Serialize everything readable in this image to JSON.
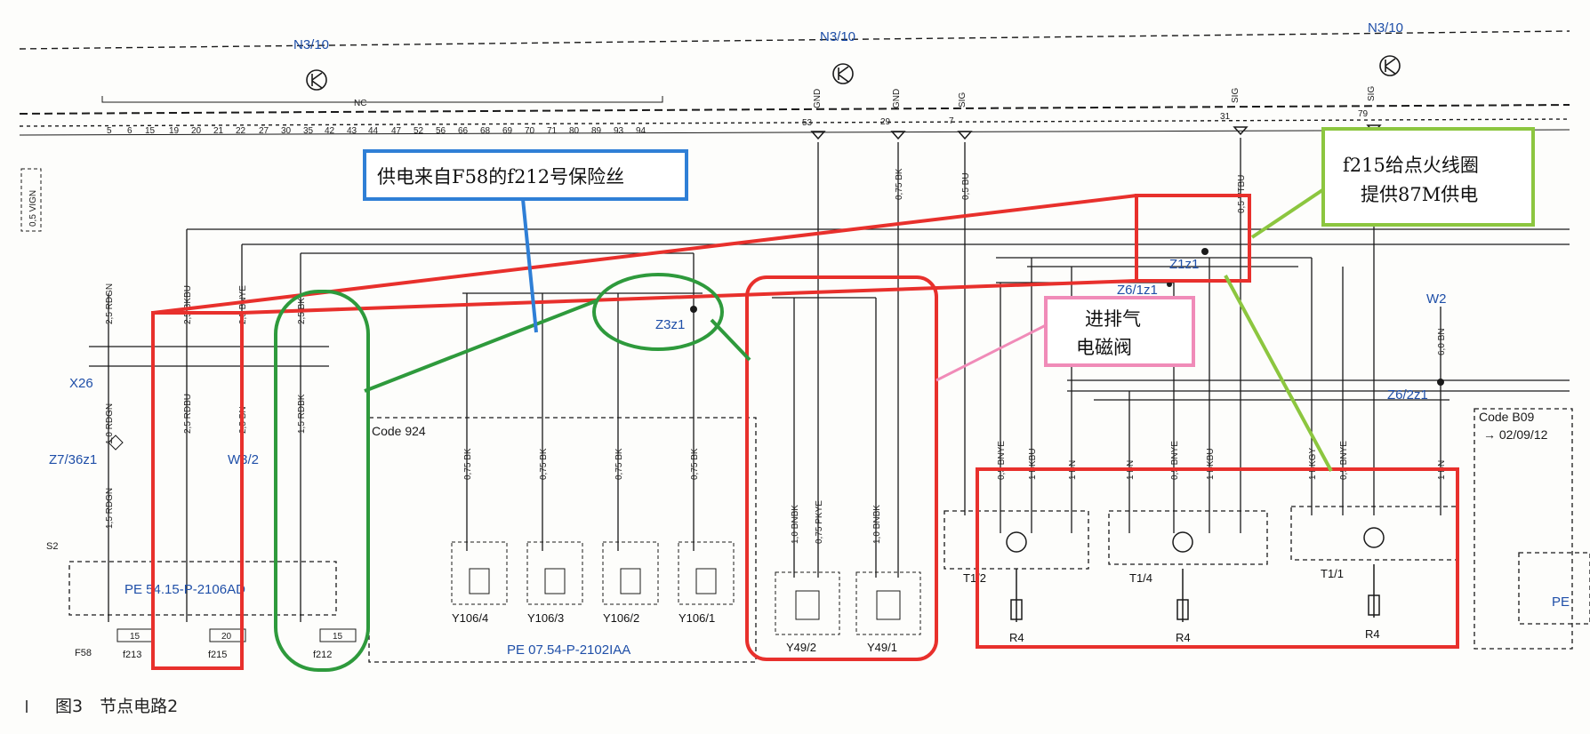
{
  "buses": {
    "n3_left": "N3/10",
    "n3_mid": "N3/10",
    "n3_right": "N3/10",
    "nc": "NC"
  },
  "pin_numbers": [
    "5",
    "6",
    "15",
    "19",
    "20",
    "21",
    "22",
    "27",
    "30",
    "35",
    "42",
    "43",
    "44",
    "47",
    "52",
    "56",
    "66",
    "68",
    "69",
    "70",
    "71",
    "80",
    "89",
    "93",
    "94"
  ],
  "pins": {
    "p53": "53",
    "p29": "29",
    "p7": "7",
    "p31": "31",
    "p79": "79",
    "gnd1": "GND",
    "gnd2": "GND",
    "sig1": "SIG",
    "sig2": "SIG",
    "sig3": "SIG"
  },
  "callouts": {
    "blue": "供电来自F58的f212号保险丝",
    "green": "f215给点火线圈\n提供87M供电",
    "pink": "进排气\n电磁阀"
  },
  "connectors": {
    "x26": "X26",
    "z7": "Z7/36z1",
    "w3": "W3/2",
    "s2": "S2",
    "f58": "F58",
    "z3": "Z3z1",
    "z1": "Z1z1",
    "z6_1": "Z6/1z1",
    "z6_2": "Z6/2z1",
    "w2": "W2",
    "code924": "Code 924",
    "codeb09": "Code B09",
    "codeb09_date": "→ 02/09/12",
    "pe54": "PE 54.15-P-2106AD",
    "pe07": "PE 07.54-P-2102IAA",
    "pe_right": "PE",
    "left_vert": "0,5 VIGN"
  },
  "fuses": {
    "f213": "f213",
    "f215": "f215",
    "f212": "f212",
    "v213": "15",
    "v215": "20",
    "v212": "15"
  },
  "wires": {
    "rdgn": "2,5 RDGN",
    "bkbu": "2,5 BKBU",
    "bnye": "2,5 BNYE",
    "bk25": "2,5 BK",
    "rdgn10": "1,0 RDGN",
    "rdgn15": "1,5 RDGN",
    "rdbu": "2,5 RDBU",
    "bn25": "2,5 BN",
    "rdbk": "1,5 RDBK",
    "bk075": "0,75 BK",
    "bu05": "0,5 BU",
    "vtbu": "0,5 VTBU",
    "bnbk": "1,0 BNBK",
    "pkye": "0,75 PKYE",
    "bn6": "6,0 BN",
    "bnye1": "0,5 BNYE",
    "bkbu1": "1 BKBU",
    "bn1": "1 BN",
    "bkgy": "1 BKGY"
  },
  "components": {
    "y4": "Y106/4",
    "y3": "Y106/3",
    "y2": "Y106/2",
    "y1": "Y106/1",
    "y49_2": "Y49/2",
    "y49_1": "Y49/1",
    "t12": "T1/2",
    "t14": "T1/4",
    "t11": "T1/1",
    "r4": "R4"
  },
  "caption": "图3　节点电路2",
  "colors": {
    "red": "#e8302c",
    "green": "#2e9a3c",
    "blue_box": "#2f7fd6",
    "lime": "#8cc63f",
    "pink": "#f08bb8",
    "wire": "#1a1a1a"
  }
}
